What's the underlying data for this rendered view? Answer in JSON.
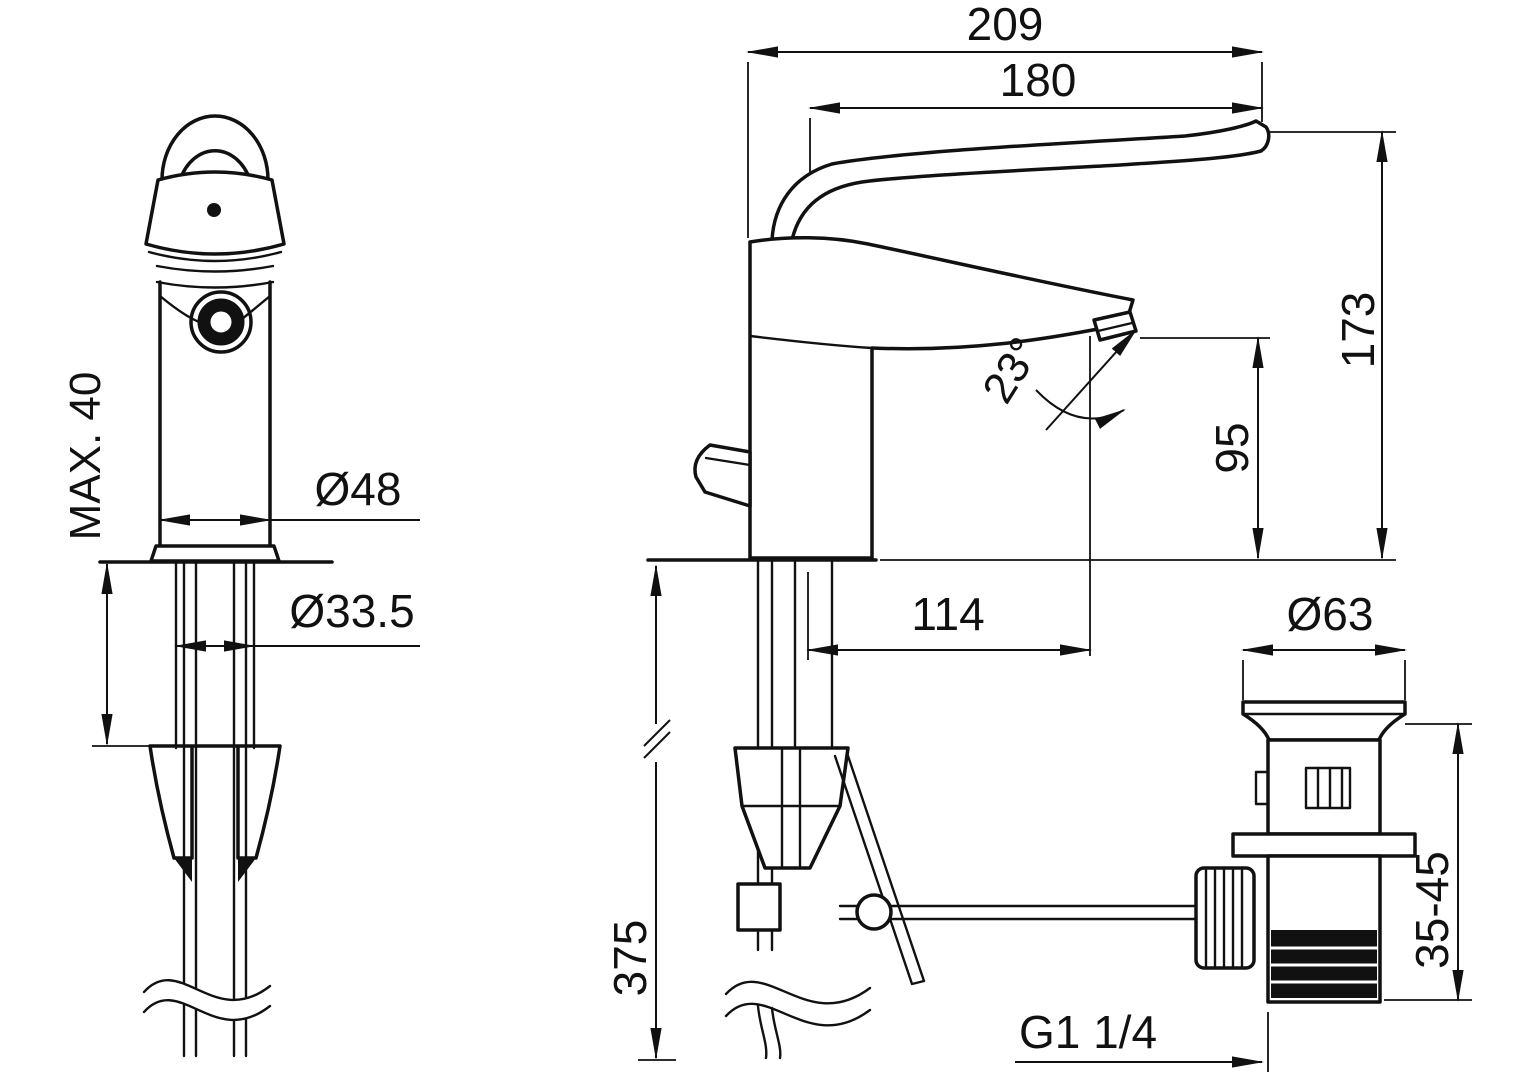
{
  "colors": {
    "background": "#ffffff",
    "line": "#111111"
  },
  "dimensions": {
    "total_length": "209",
    "lever_length": "180",
    "total_height": "173",
    "outlet_height": "95",
    "outlet_angle": "23°",
    "max_mounting_thickness": "MAX. 40",
    "body_diameter": "Ø48",
    "shank_diameter": "Ø33.5",
    "outlet_reach": "114",
    "waste_flange_diameter": "Ø63",
    "hose_length": "375",
    "waste_adjust_range": "35-45",
    "waste_thread": "G1 1/4"
  }
}
